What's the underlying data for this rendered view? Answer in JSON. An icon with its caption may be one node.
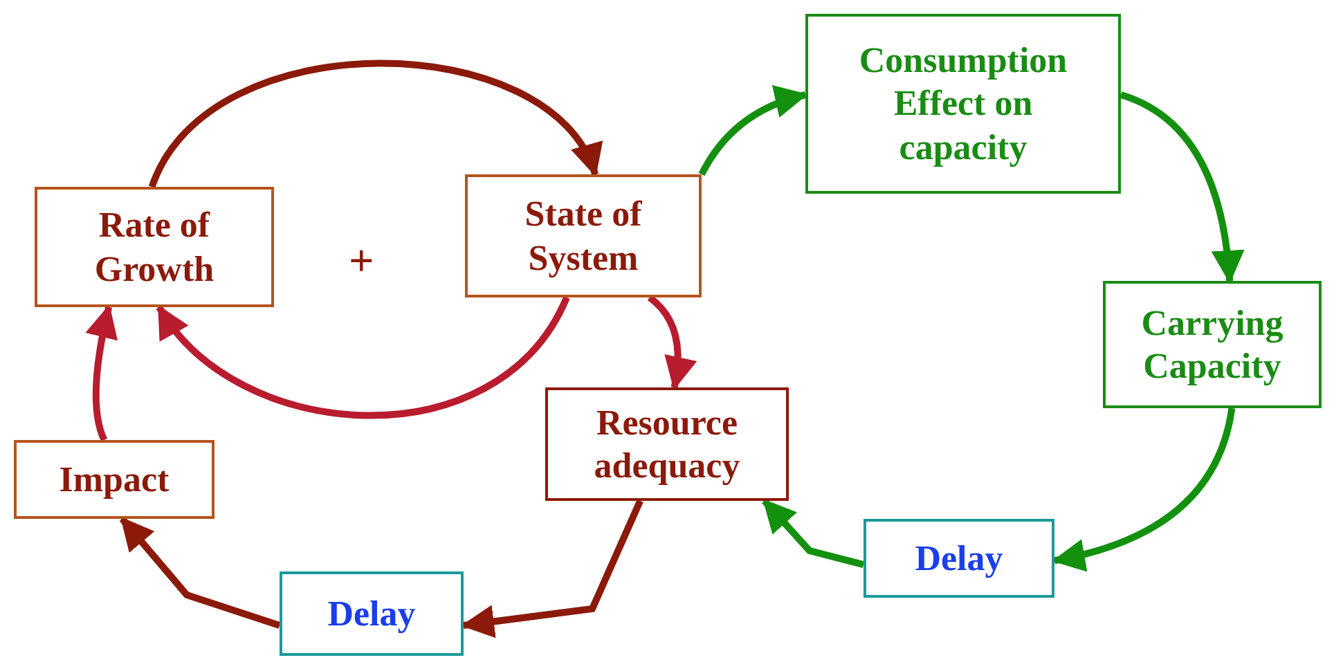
{
  "diagram": {
    "nodes": [
      {
        "text": [
          "Rate of Growth"
        ]
      },
      {
        "text": [
          "State of System"
        ]
      },
      {
        "text": [
          "Consumption Effect on capacity"
        ]
      },
      {
        "text": [
          "Carrying Capacity"
        ]
      },
      {
        "text": [
          "Resource adequacy"
        ]
      },
      {
        "text": [
          "Delay"
        ]
      },
      {
        "text": [
          "Delay"
        ]
      },
      {
        "text": [
          "Impact"
        ]
      }
    ],
    "edges": [
      {
        "from": 0,
        "to": 1,
        "arrow": "to",
        "color": "#8b1a0a"
      },
      {
        "from": 1,
        "to": 0,
        "arrow": "to",
        "color": "#b81c2e"
      },
      {
        "from": 1,
        "to": 4,
        "arrow": "to",
        "color": "#b81c2e"
      },
      {
        "from": 1,
        "to": 2,
        "arrow": "to"
      },
      {
        "from": 2,
        "to": 3,
        "arrow": "to"
      },
      {
        "from": 3,
        "to": 5,
        "arrow": "to"
      },
      {
        "from": 5,
        "to": 4,
        "arrow": "to"
      },
      {
        "from": 4,
        "to": 6,
        "arrow": "to",
        "color": "#8b1a0a"
      },
      {
        "from": 6,
        "to": 7,
        "arrow": "to",
        "color": "#8b1a0a"
      },
      {
        "from": 7,
        "to": 0,
        "arrow": "to",
        "color": "#b81c2e"
      }
    ],
    "labels": [
      "+"
    ]
  }
}
